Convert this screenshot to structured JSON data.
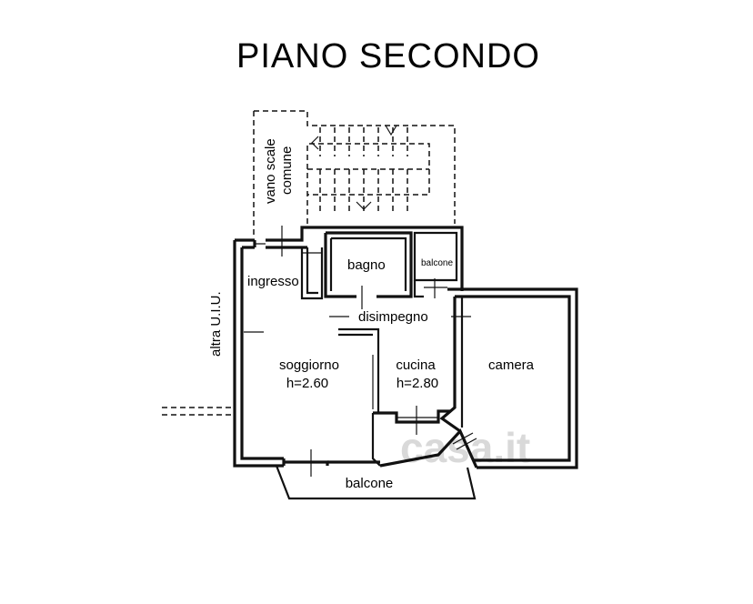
{
  "title": "PIANO SECONDO",
  "labels": {
    "vano_scale_line1": "vano scale",
    "vano_scale_line2": "comune",
    "altra_uiu": "altra U.I.U.",
    "ingresso": "ingresso",
    "bagno": "bagno",
    "balcone_small": "balcone",
    "disimpegno": "disimpegno",
    "soggiorno": "soggiorno",
    "soggiorno_h": "h=2.60",
    "cucina": "cucina",
    "cucina_h": "h=2.80",
    "camera": "camera",
    "balcone_bottom": "balcone"
  },
  "watermark": "casa.it"
}
